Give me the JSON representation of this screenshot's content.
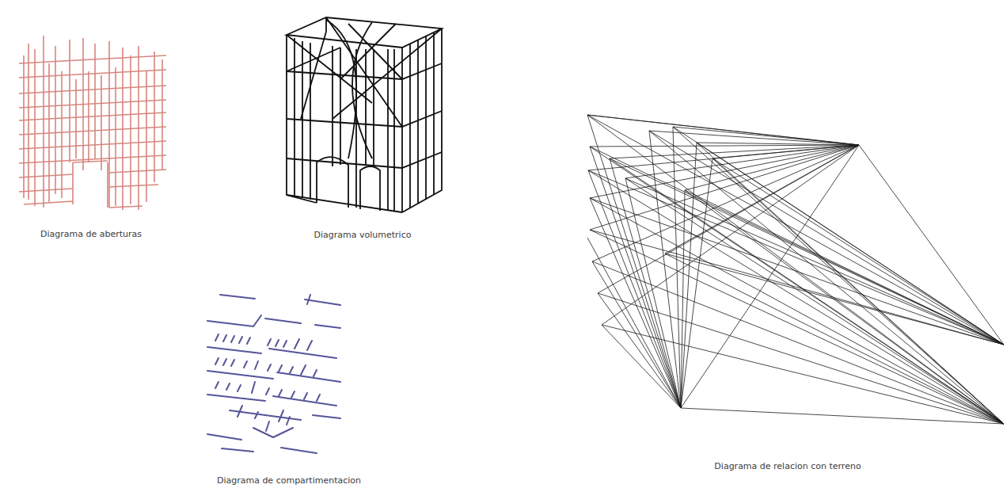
{
  "diagram": {
    "labels": [
      "Diagrama de aberturas",
      "Diagrama volumetrico",
      "Diagrama de compartimentacion",
      "Diagrama de relacion con terreno"
    ]
  }
}
